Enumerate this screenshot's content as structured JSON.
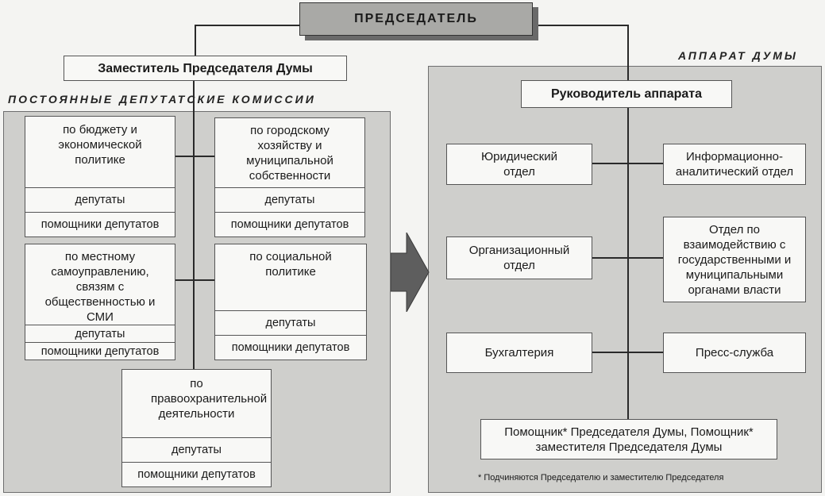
{
  "chairman": "ПРЕДСЕДАТЕЛЬ",
  "deputy_chairman": "Заместитель Председателя Думы",
  "commissions": {
    "title": "ПОСТОЯННЫЕ ДЕПУТАТСКИЕ КОМИССИИ",
    "items": [
      {
        "name": "по бюджету и экономической политике"
      },
      {
        "name": "по городскому хозяйству и муниципальной собственности"
      },
      {
        "name": "по местному самоуправлению, связям с общественностью и СМИ"
      },
      {
        "name": "по социальной политике"
      },
      {
        "name": "по правоохранительной деятельности"
      }
    ],
    "row_deputies": "депутаты",
    "row_assistants": "помощники депутатов"
  },
  "apparatus": {
    "title": "АППАРАТ ДУМЫ",
    "head": "Руководитель аппарата",
    "departments": {
      "legal": "Юридический отдел",
      "info": "Информационно-аналитический отдел",
      "org": "Организационный отдел",
      "interaction": "Отдел по взаимодействию с государственными и муниципальными органами власти",
      "accounting": "Бухгалтерия",
      "press": "Пресс-служба"
    },
    "assistant": "Помощник* Председателя Думы, Помощник* заместителя Председателя Думы",
    "footnote": "* Подчиняются Председателю и заместителю Председателя"
  }
}
